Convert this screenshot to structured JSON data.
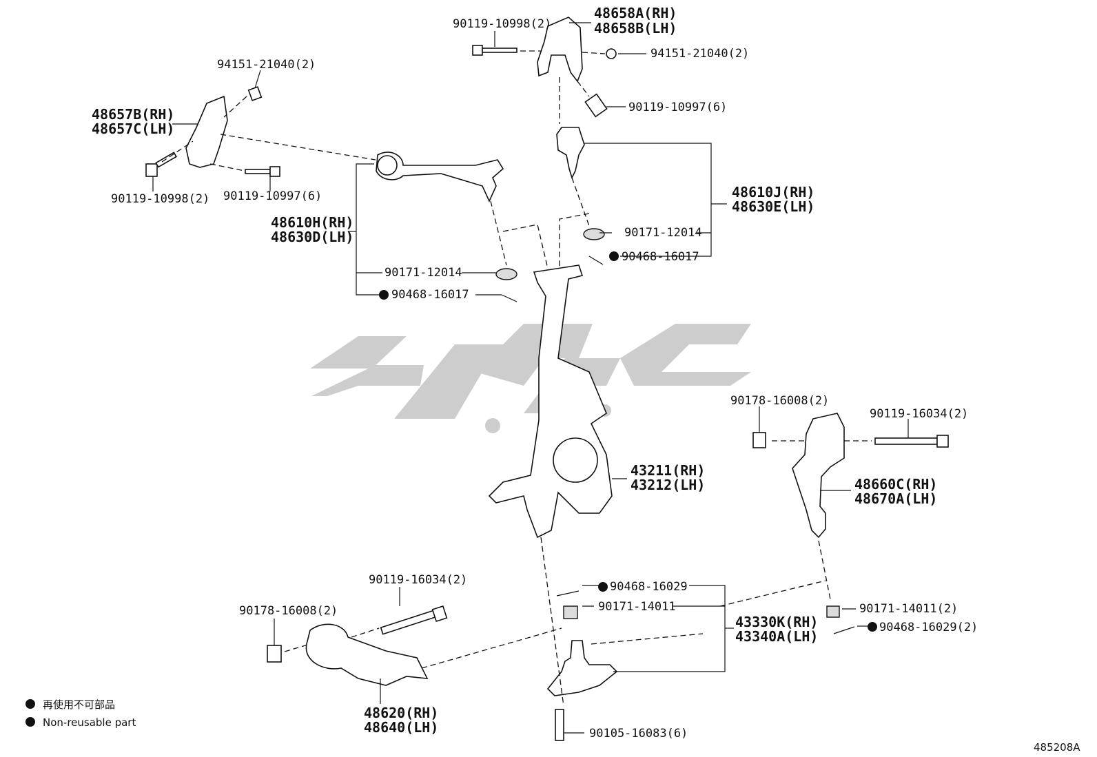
{
  "diagram_number": "485208A",
  "legend": {
    "reuse_jp": "再使用不可部品",
    "reuse_en": "Non-reusable part",
    "bullet_icon": "filled-circle-icon"
  },
  "labels": {
    "p1": "90119-10998(2)",
    "p2a": "48658A(RH)",
    "p2b": "48658B(LH)",
    "p3": "94151-21040(2)",
    "p4": "94151-21040(2)",
    "p5": "90119-10997(6)",
    "p6a": "48657B(RH)",
    "p6b": "48657C(LH)",
    "p7": "90119-10998(2)",
    "p8": "90119-10997(6)",
    "p9a": "48610J(RH)",
    "p9b": "48630E(LH)",
    "p10a": "48610H(RH)",
    "p10b": "48630D(LH)",
    "p11": "90171-12014",
    "p12": "90468-16017",
    "p13": "90171-12014",
    "p14": "90468-16017",
    "p15": "90178-16008(2)",
    "p16": "90119-16034(2)",
    "p17a": "43211(RH)",
    "p17b": "43212(LH)",
    "p18a": "48660C(RH)",
    "p18b": "48670A(LH)",
    "p19": "90119-16034(2)",
    "p20": "90178-16008(2)",
    "p21": "90468-16029",
    "p22": "90171-14011",
    "p23": "90171-14011(2)",
    "p24": "90468-16029(2)",
    "p25a": "43330K(RH)",
    "p25b": "43340A(LH)",
    "p26a": "48620(RH)",
    "p26b": "48640(LH)",
    "p27": "90105-16083(6)"
  }
}
